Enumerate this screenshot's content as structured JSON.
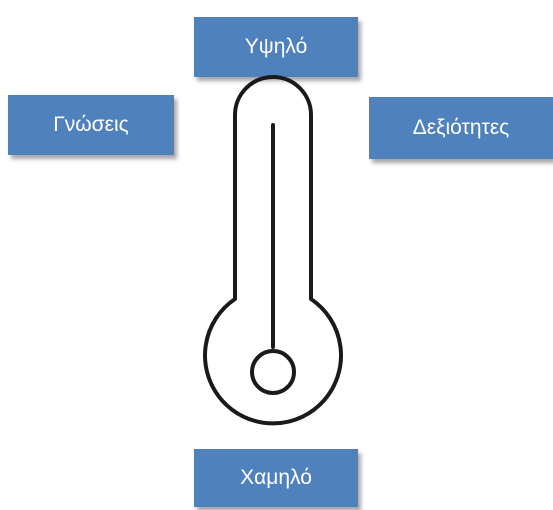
{
  "labels": {
    "top": "Υψηλό",
    "left": "Γνώσεις",
    "right": "Δεξιότητες",
    "bottom": "Χαμηλό"
  },
  "colors": {
    "box_fill": "#4f81bd",
    "box_text": "#ffffff",
    "thermometer_stroke": "#1a1a1a"
  },
  "icons": {
    "center": "thermometer-icon"
  }
}
